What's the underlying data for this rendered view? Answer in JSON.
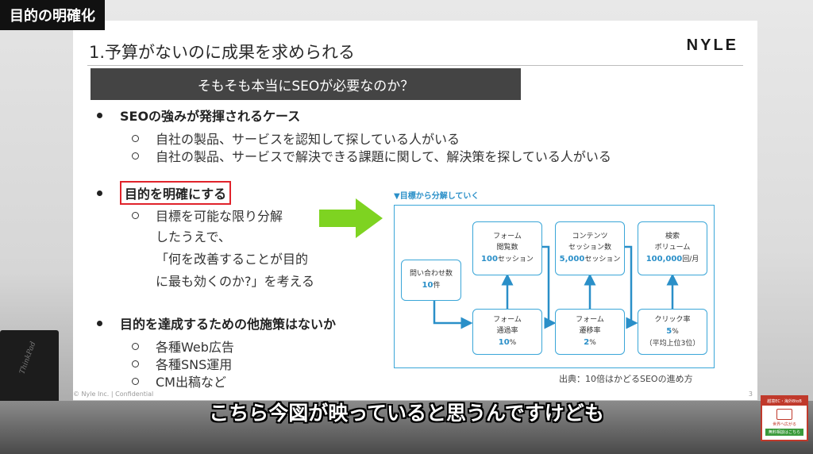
{
  "overlay": {
    "corner_tag": "目的の明確化",
    "caption": "こちら今図が映っていると思うんですけども"
  },
  "side_ad": {
    "line1": "越境EC・海外BtoB",
    "line2": "世界へ広がる",
    "line3": "無料相談はこちら"
  },
  "background": {
    "laptop_logo": "ThinkPad"
  },
  "slide": {
    "title": "1.予算がないのに成果を求められる",
    "brand": "NYLE",
    "banner": "そもそも本当にSEOが必要なのか？",
    "bullet1": "SEOの強みが発揮されるケース",
    "bullet1_subs": [
      "自社の製品、サービスを認知して探している人がいる",
      "自社の製品、サービスで解決できる課題に関して、解決策を探している人がいる"
    ],
    "bullet2": "目的を明確にする",
    "bullet2_sub_lines": [
      "目標を可能な限り分解",
      "したうえで、",
      "「何を改善することが目的",
      "に最も効くのか?」を考える"
    ],
    "bullet3": "目的を達成するための他施策はないか",
    "bullet3_subs": [
      "各種Web広告",
      "各種SNS運用",
      "CM出稿など"
    ],
    "footer_left": "© Nyle Inc. | Confidential",
    "footer_right": "3"
  },
  "diagram": {
    "caption": "▼目標から分解していく",
    "source": "出典：10倍はかどるSEOの進め方",
    "nodes": {
      "inquiries": {
        "label": "問い合わせ数",
        "value": "10",
        "unit": "件"
      },
      "form_views": {
        "label1": "フォーム",
        "label2": "閲覧数",
        "value": "100",
        "unit": "セッション"
      },
      "form_pass": {
        "label1": "フォーム",
        "label2": "通過率",
        "value": "10",
        "unit": "%"
      },
      "content": {
        "label1": "コンテンツ",
        "label2": "セッション数",
        "value": "5,000",
        "unit": "セッション"
      },
      "form_trans": {
        "label1": "フォーム",
        "label2": "遷移率",
        "value": "2",
        "unit": "%"
      },
      "search": {
        "label1": "検索",
        "label2": "ボリューム",
        "value": "100,000",
        "unit": "回/月"
      },
      "ctr": {
        "label1": "クリック率",
        "value": "5",
        "unit": "%",
        "note": "（平均上位3位）"
      }
    }
  }
}
